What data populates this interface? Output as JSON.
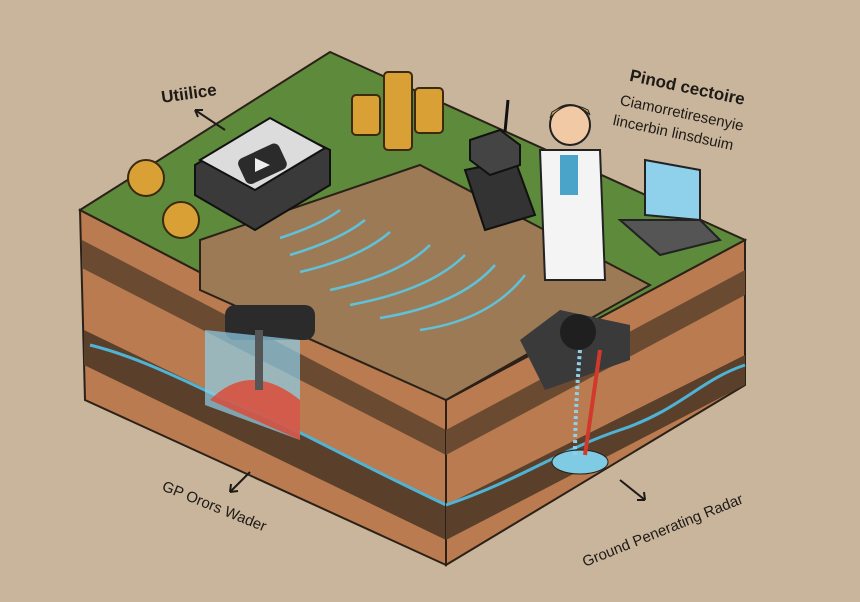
{
  "labels": {
    "utilities": "Utiilice",
    "title_right": "Pinod cectoire",
    "sub_right_1": "Ciamorretiresenyie",
    "sub_right_2": "lincerbin linsdsuim",
    "gp_water": "GP Orors Wader",
    "gpr": "Ground Penerating Radar"
  },
  "colors": {
    "background": "#c9b59c",
    "grass": "#5e8a3c",
    "topsoil": "#9c7a55",
    "soil_light": "#b97b4f",
    "soil_dark": "#6b4a32",
    "water": "#4fb3d6",
    "leak_hot": "#e0452f"
  }
}
